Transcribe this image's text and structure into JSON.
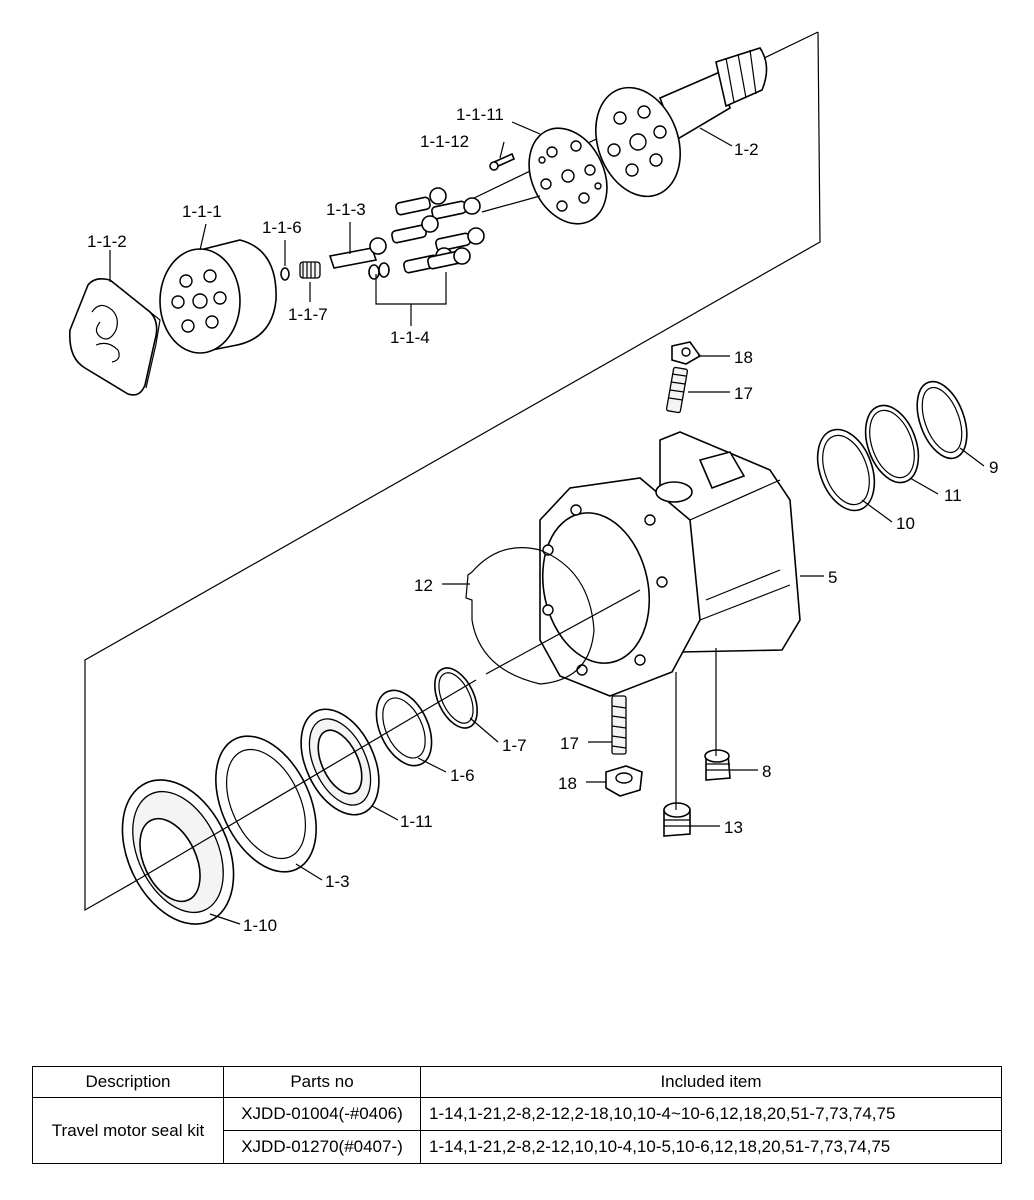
{
  "labels": {
    "l_1_1_11": "1-1-11",
    "l_1_1_12": "1-1-12",
    "l_1_2": "1-2",
    "l_1_1_1": "1-1-1",
    "l_1_1_6": "1-1-6",
    "l_1_1_3": "1-1-3",
    "l_1_1_2": "1-1-2",
    "l_1_1_7": "1-1-7",
    "l_1_1_4": "1-1-4",
    "l_18_top": "18",
    "l_17_top": "17",
    "l_9": "9",
    "l_11": "11",
    "l_10": "10",
    "l_5": "5",
    "l_12": "12",
    "l_1_7": "1-7",
    "l_17_bot": "17",
    "l_8": "8",
    "l_1_6": "1-6",
    "l_18_bot": "18",
    "l_1_11": "1-11",
    "l_13": "13",
    "l_1_3": "1-3",
    "l_1_10": "1-10"
  },
  "table": {
    "headers": [
      "Description",
      "Parts no",
      "Included item"
    ],
    "description": "Travel motor seal kit",
    "rows": [
      {
        "part_no": "XJDD-01004(-#0406)",
        "items": "1-14,1-21,2-8,2-12,2-18,10,10-4~10-6,12,18,20,51-7,73,74,75"
      },
      {
        "part_no": "XJDD-01270(#0407-)",
        "items": "1-14,1-21,2-8,2-12,10,10-4,10-5,10-6,12,18,20,51-7,73,74,75"
      }
    ]
  }
}
